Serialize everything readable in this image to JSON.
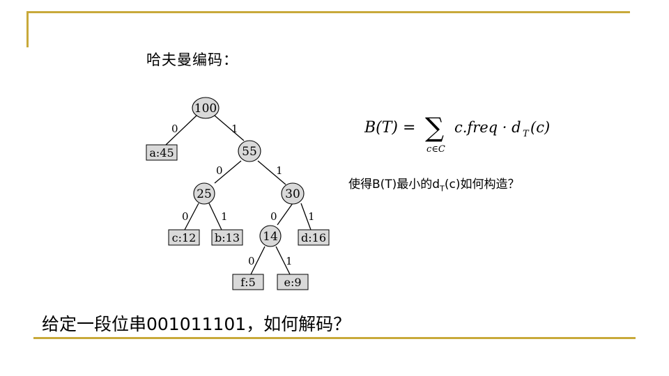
{
  "colors": {
    "accent": "#c8a93a",
    "node_fill": "#d9d9d9",
    "line": "#000000"
  },
  "title": "哈夫曼编码：",
  "formula": {
    "lhs": "B(T) =",
    "sum": "∑",
    "under": "c∈C",
    "rhs": "c.freq · d",
    "rhs_sub": "T",
    "rhs_tail": "(c)"
  },
  "question": {
    "before": "使得B(T)最小的d",
    "sub": "T",
    "after": "(c)如何构造？"
  },
  "tree": {
    "nodes": {
      "n100": "100",
      "n55": "55",
      "n25": "25",
      "n30": "30",
      "n14": "14"
    },
    "leaves": {
      "a": "a:45",
      "c": "c:12",
      "b": "b:13",
      "d": "d:16",
      "f": "f:5",
      "e": "e:9"
    },
    "edges": {
      "e100a": "0",
      "e100_55": "1",
      "e55_25": "0",
      "e55_30": "1",
      "e25c": "0",
      "e25b": "1",
      "e30_14": "0",
      "e30d": "1",
      "e14f": "0",
      "e14e": "1"
    }
  },
  "bottom_text": "给定一段位串001011101，如何解码？"
}
